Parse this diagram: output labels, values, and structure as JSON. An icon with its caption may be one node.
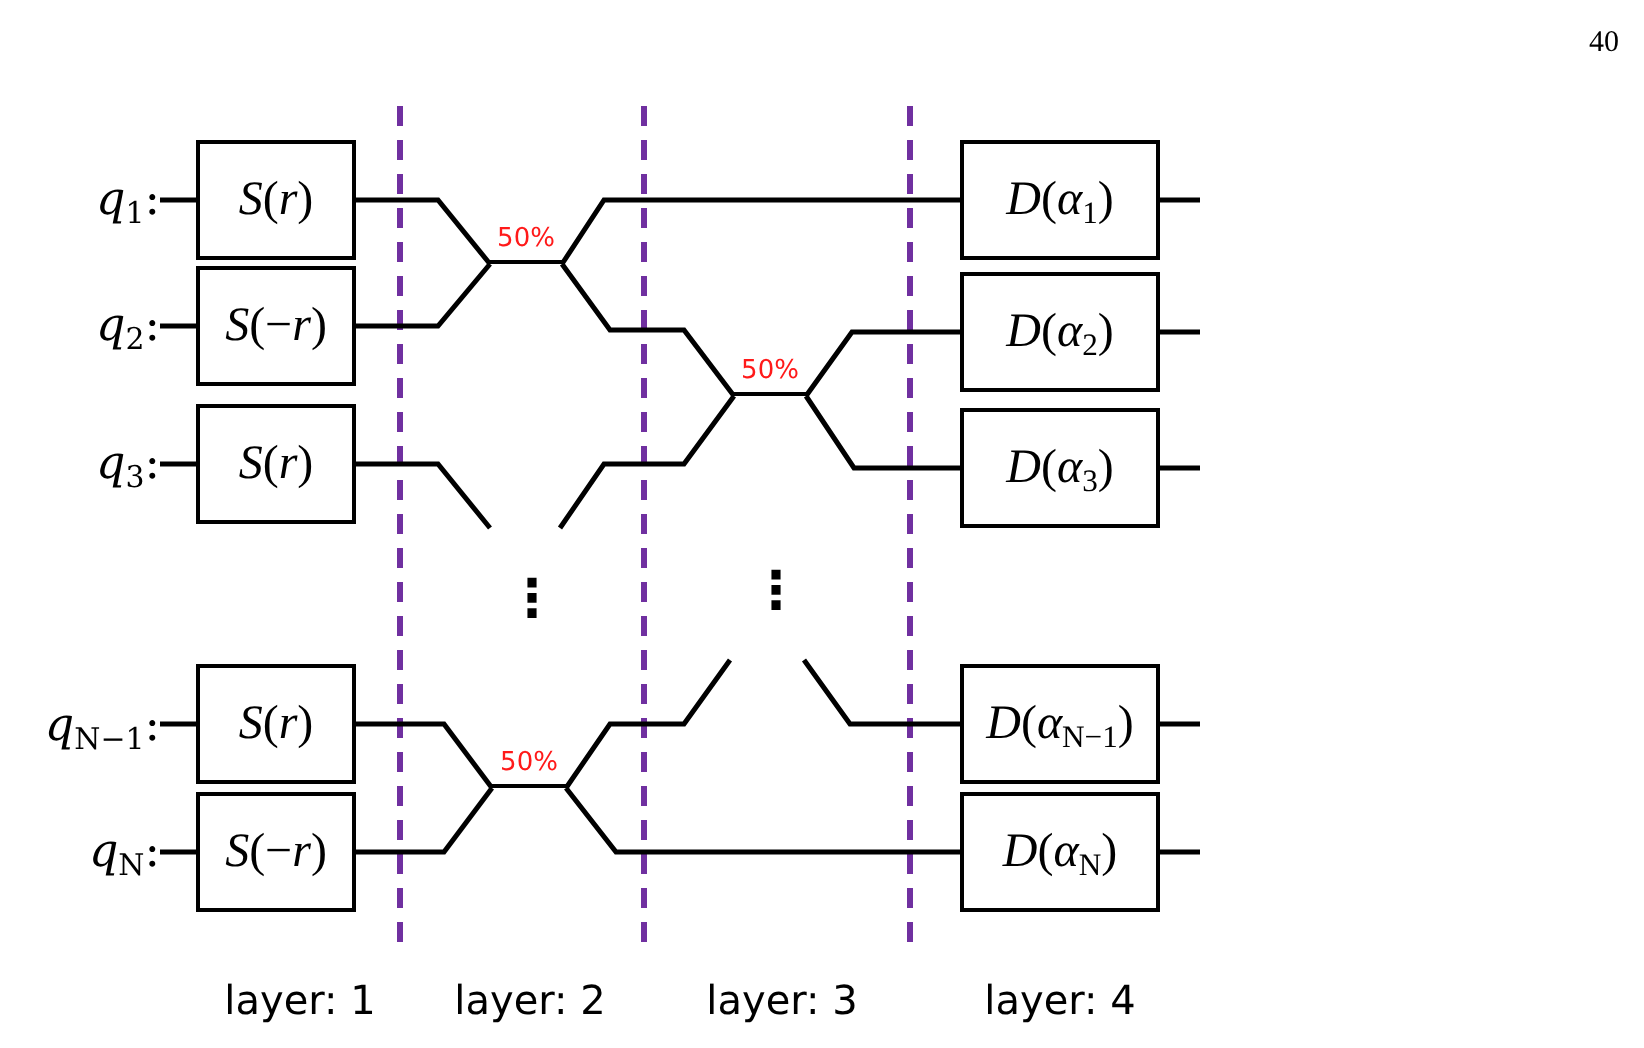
{
  "diagram": {
    "nodes": [
      {
        "text": [
          "*q*$_{1}$:"
        ]
      },
      {
        "text": [
          "*q*$_{2}$:"
        ]
      },
      {
        "text": [
          "*q*$_{3}$:"
        ]
      },
      {
        "text": [
          "*q*$_{N−1}$:"
        ]
      },
      {
        "text": [
          "*q*$_{N}$:"
        ]
      },
      {
        "text": [
          "*S*(*r*)"
        ]
      },
      {
        "text": [
          "*S*(−*r*)"
        ]
      },
      {
        "text": [
          "*S*(*r*)"
        ]
      },
      {
        "text": [
          "*S*(*r*)"
        ]
      },
      {
        "text": [
          "*S*(−*r*)"
        ]
      },
      {
        "text": [
          "50%"
        ]
      },
      {
        "text": [
          "50%"
        ]
      },
      {
        "text": [
          "50%"
        ]
      },
      {
        "text": [
          "*D*(*α*$_{1}$)"
        ]
      },
      {
        "text": [
          "*D*(*α*$_{2}$)"
        ]
      },
      {
        "text": [
          "*D*(*α*$_{3}$)"
        ]
      },
      {
        "text": [
          "*D*(*α*$_{N−1}$)"
        ]
      },
      {
        "text": [
          "*D*(*α*$_{N}$)"
        ]
      }
    ],
    "edges": [
      {
        "from": 0,
        "to": 5,
        "arrow": "none"
      },
      {
        "from": 1,
        "to": 6,
        "arrow": "none"
      },
      {
        "from": 2,
        "to": 7,
        "arrow": "none"
      },
      {
        "from": 3,
        "to": 8,
        "arrow": "none"
      },
      {
        "from": 4,
        "to": 9,
        "arrow": "none"
      },
      {
        "from": 5,
        "to": 10,
        "arrow": "none"
      },
      {
        "from": 6,
        "to": 10,
        "arrow": "none"
      },
      {
        "from": 10,
        "to": 13,
        "arrow": "none"
      },
      {
        "from": 10,
        "to": 11,
        "arrow": "none"
      },
      {
        "from": 7,
        "to": null,
        "arrow": "none"
      },
      {
        "from": null,
        "to": 11,
        "arrow": "none"
      },
      {
        "from": 11,
        "to": 14,
        "arrow": "none"
      },
      {
        "from": 11,
        "to": 15,
        "arrow": "none"
      },
      {
        "from": 8,
        "to": 12,
        "arrow": "none"
      },
      {
        "from": 9,
        "to": 12,
        "arrow": "none"
      },
      {
        "from": 12,
        "to": null,
        "arrow": "none"
      },
      {
        "from": 12,
        "to": 17,
        "arrow": "none"
      },
      {
        "from": null,
        "to": 16,
        "arrow": "none"
      },
      {
        "from": 13,
        "to": null,
        "arrow": "none"
      },
      {
        "from": 14,
        "to": null,
        "arrow": "none"
      },
      {
        "from": 15,
        "to": null,
        "arrow": "none"
      },
      {
        "from": 16,
        "to": null,
        "arrow": "none"
      },
      {
        "from": 17,
        "to": null,
        "arrow": "none"
      }
    ],
    "labels": [
      "40",
      "⋮",
      "⋮",
      "layer: 1",
      "layer: 2",
      "layer: 3",
      "layer: 4"
    ]
  }
}
